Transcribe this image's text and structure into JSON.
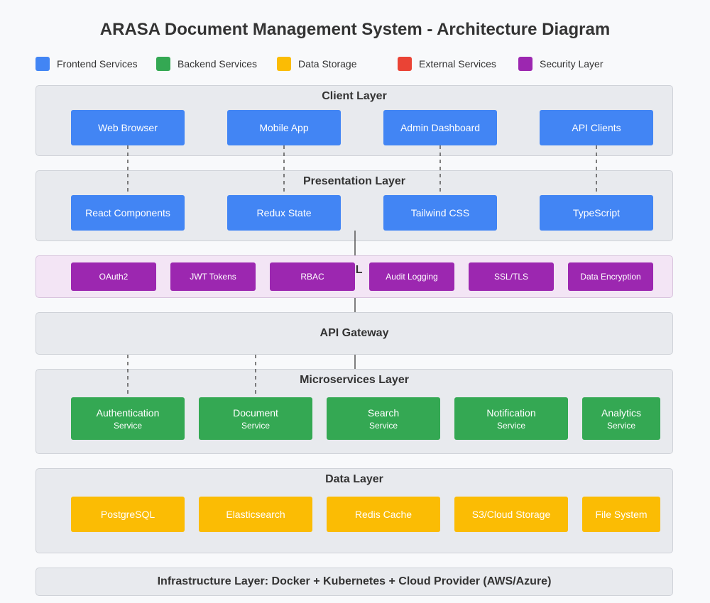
{
  "title": "ARASA Document Management System - Architecture Diagram",
  "legend": [
    {
      "label": "Frontend Services",
      "color": "#4285f4"
    },
    {
      "label": "Backend Services",
      "color": "#34a853"
    },
    {
      "label": "Data Storage",
      "color": "#fbbc04"
    },
    {
      "label": "External Services",
      "color": "#ea4335"
    },
    {
      "label": "Security Layer",
      "color": "#9c27b0"
    }
  ],
  "client_layer": {
    "title": "Client Layer",
    "items": [
      "Web Browser",
      "Mobile App",
      "Admin Dashboard",
      "API Clients"
    ]
  },
  "presentation_layer": {
    "title": "Presentation Layer",
    "items": [
      "React Components",
      "Redux State",
      "Tailwind CSS",
      "TypeScript"
    ]
  },
  "security_layer": {
    "title_visible": "y L",
    "items": [
      "OAuth2",
      "JWT Tokens",
      "RBAC",
      "Audit Logging",
      "SSL/TLS",
      "Data Encryption"
    ]
  },
  "api_gateway": {
    "title": "API Gateway"
  },
  "microservices_layer": {
    "title": "Microservices Layer",
    "items": [
      {
        "name": "Authentication",
        "sub": "Service"
      },
      {
        "name": "Document",
        "sub": "Service"
      },
      {
        "name": "Search",
        "sub": "Service"
      },
      {
        "name": "Notification",
        "sub": "Service"
      },
      {
        "name": "Analytics",
        "sub": "Service"
      }
    ]
  },
  "data_layer": {
    "title": "Data Layer",
    "items": [
      "PostgreSQL",
      "Elasticsearch",
      "Redis Cache",
      "S3/Cloud Storage",
      "File System"
    ]
  },
  "infrastructure_layer": {
    "title": "Infrastructure Layer: Docker + Kubernetes + Cloud Provider (AWS/Azure)"
  }
}
